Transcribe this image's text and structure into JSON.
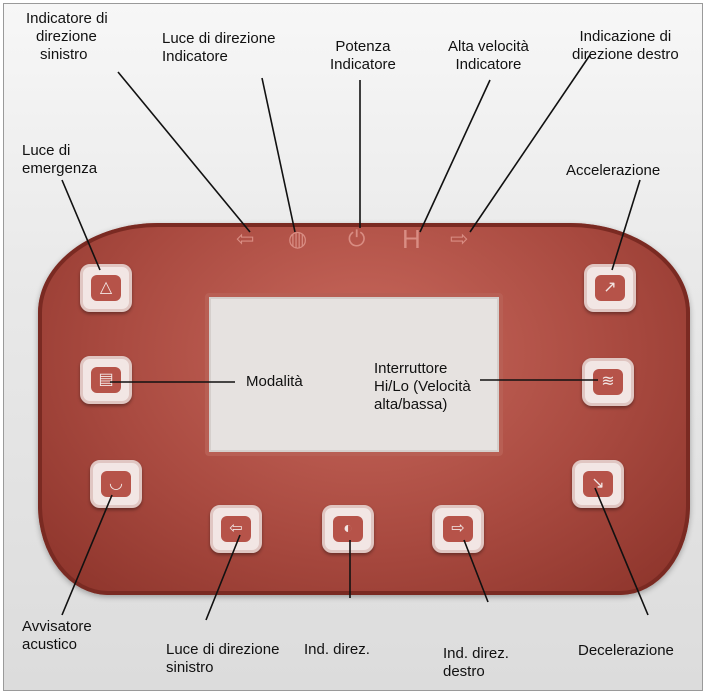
{
  "labels": {
    "left_turn_indicator": [
      "Indicatore di",
      "direzione",
      "sinistro"
    ],
    "turn_light_indicator": [
      "Luce di direzione",
      "Indicatore"
    ],
    "power_indicator": [
      "Potenza",
      "Indicatore"
    ],
    "high_speed_indicator": [
      "Alta velocità",
      "Indicatore"
    ],
    "right_turn_indicator": [
      "Indicazione di",
      "direzione destro"
    ],
    "hazard_light": [
      "Luce di",
      "emergenza"
    ],
    "acceleration": [
      "Accelerazione"
    ],
    "mode": [
      "Modalità"
    ],
    "hilo_switch": [
      "Interruttore",
      "Hi/Lo (Velocità",
      "alta/bassa)"
    ],
    "horn": [
      "Avvisatore",
      "acustico"
    ],
    "left_turn_button": [
      "Luce di direzione",
      "sinistro"
    ],
    "turn_button": [
      "Ind. direz."
    ],
    "right_turn_button": [
      "Ind. direz.",
      "destro"
    ],
    "deceleration": [
      "Decelerazione"
    ]
  },
  "indicator_glyphs": {
    "left": "⇦",
    "light": "◍",
    "power": "⏻",
    "high": "H",
    "right": "⇨"
  },
  "button_glyphs": {
    "hazard": "△",
    "mode": "▤",
    "horn": "◡",
    "acceleration": "↗",
    "hilo": "≋",
    "deceleration": "↘",
    "left": "⇦",
    "light": "◐",
    "right": "⇨"
  },
  "colors": {
    "panel": "#a94a40",
    "button_face": "#f2e6e4",
    "glyph": "#b65349",
    "indicator": "#d98d83"
  }
}
